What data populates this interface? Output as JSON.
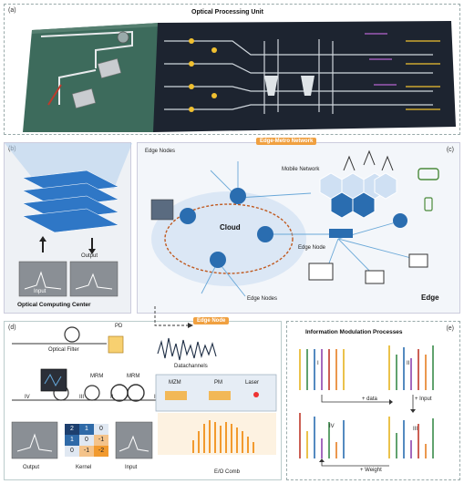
{
  "panel_a": {
    "label": "(a)",
    "title": "Optical Processing Unit"
  },
  "panel_b": {
    "label": "(b)",
    "input_label": "Input",
    "output_label": "Output",
    "title": "Optical Computing Center"
  },
  "panel_c": {
    "label": "(c)",
    "network_tag": "Edge-Metro Network",
    "edge_nodes_top": "Edge Nodes",
    "edge_nodes_bottom": "Edge Nodes",
    "cloud": "Cloud",
    "mobile_network": "Mobile Network",
    "edge_node": "Edge Node",
    "edge_title": "Edge"
  },
  "panel_d": {
    "label": "(d)",
    "edge_node_tag": "Edge Node",
    "pd": "PD",
    "optical_filter": "Optical Filter",
    "datachannels": "Datachannels",
    "mrm_left": "MRM",
    "mrm_right": "MRM",
    "roman_iv": "IV",
    "roman_iii": "III",
    "roman_ii": "II",
    "roman_i": "I",
    "mzm": "MZM",
    "pm": "PM",
    "laser": "Laser",
    "eo_comb": "E/O Comb",
    "output": "Output",
    "kernel": "Kernel",
    "input": "Input",
    "kernel_values": [
      [
        "2",
        "1",
        "0"
      ],
      [
        "1",
        "0",
        "-1"
      ],
      [
        "0",
        "-1",
        "-2"
      ]
    ]
  },
  "panel_e": {
    "label": "(e)",
    "title": "Information Modulation Processes",
    "roman_i": "I",
    "roman_ii": "II",
    "roman_iii": "III",
    "roman_iv": "IV",
    "plus_data": "+ data",
    "plus_input": "+ Input",
    "plus_weight": "+ Weight"
  },
  "colors": {
    "accent_orange": "#f0a040",
    "network_blue": "#2a6db0",
    "chip_dark": "#1d2430",
    "comb_orange": "#f29a2e"
  }
}
